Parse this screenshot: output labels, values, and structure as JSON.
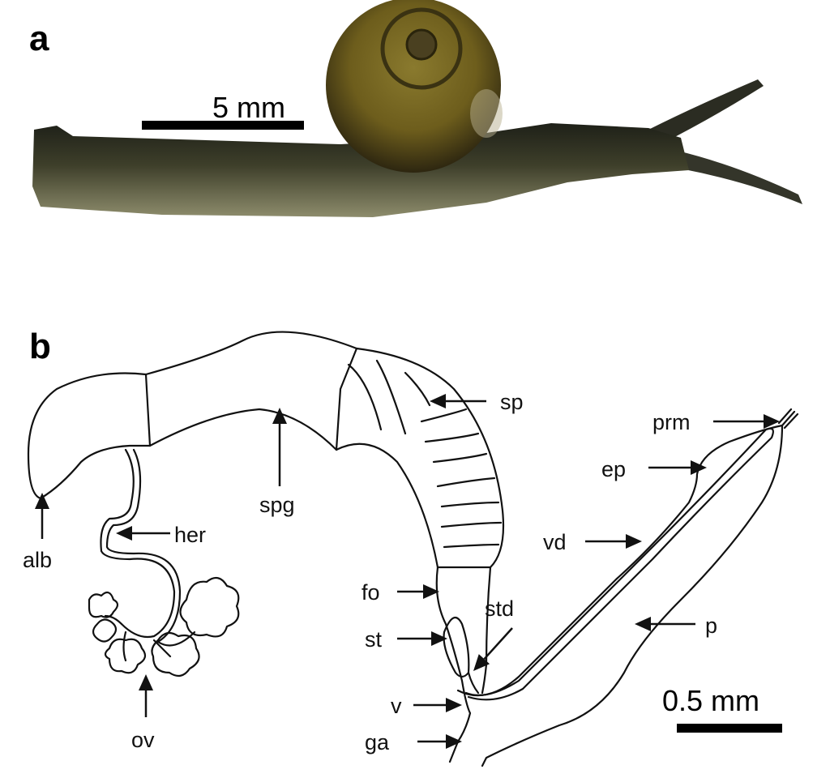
{
  "figure": {
    "panel_a": {
      "label": "a",
      "scale_bar": "5 mm"
    },
    "panel_b": {
      "label": "b",
      "scale_bar": "0.5 mm",
      "labels": {
        "alb": "alb",
        "her": "her",
        "ov": "ov",
        "spg": "spg",
        "sp": "sp",
        "fo": "fo",
        "st": "st",
        "std": "std",
        "v": "v",
        "ga": "ga",
        "prm": "prm",
        "ep": "ep",
        "vd": "vd",
        "p": "p"
      }
    },
    "colors": {
      "shell": "#6b5a1c",
      "body": "#4a4a30",
      "foot": "#8a8a6a"
    }
  }
}
